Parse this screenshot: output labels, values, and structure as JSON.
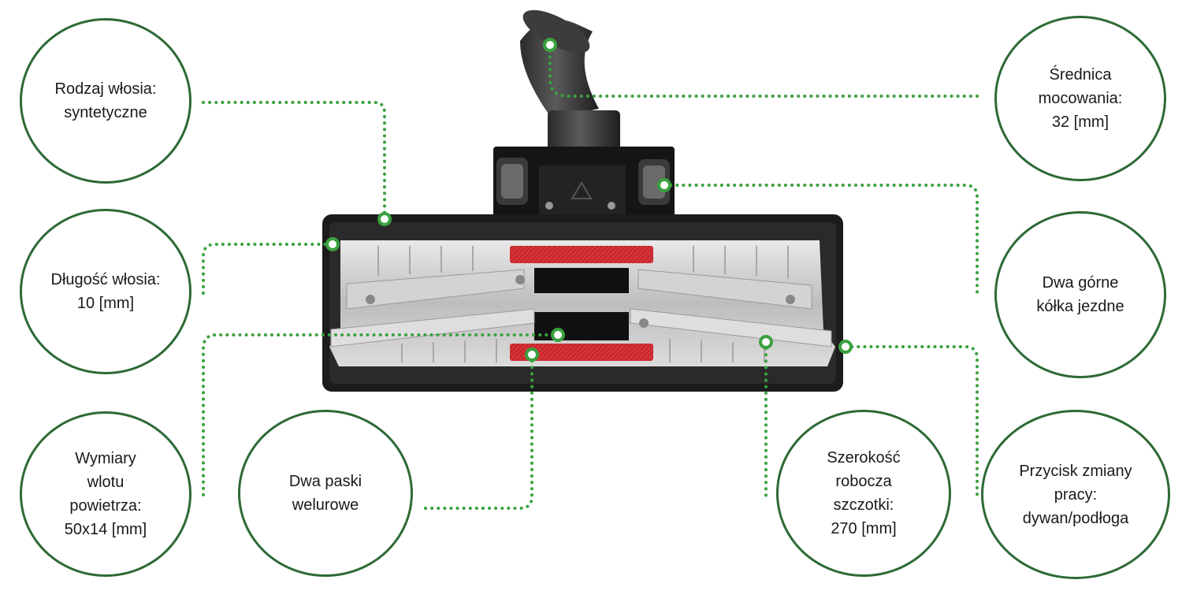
{
  "colors": {
    "accent": "#3aa13f",
    "circle_border": "#2d6a35",
    "velour_strip": "#c8272d",
    "product_body": "#1c1c1c",
    "metal_plate": "#c9c9c9"
  },
  "product": {
    "image_alt": "Ssawka do odkurzacza (widok od spodu)"
  },
  "features": {
    "rodzaj_wlosia": "Rodzaj włosia:\nsyntetyczne",
    "dlugosc_wlosia": "Długość włosia:\n10 [mm]",
    "wymiary_wlotu": "Wymiary\nwlotu\npowietrza:\n50x14 [mm]",
    "paski": "Dwa paski\nwelurowe",
    "srednica": "Średnica\nmocowania:\n32 [mm]",
    "kolka": "Dwa górne\nkółka jezdne",
    "szerokosc": "Szerokość\nrobocza\nszczotki:\n270 [mm]",
    "przycisk": "Przycisk zmiany\npracy:\ndywan/podłoga"
  }
}
